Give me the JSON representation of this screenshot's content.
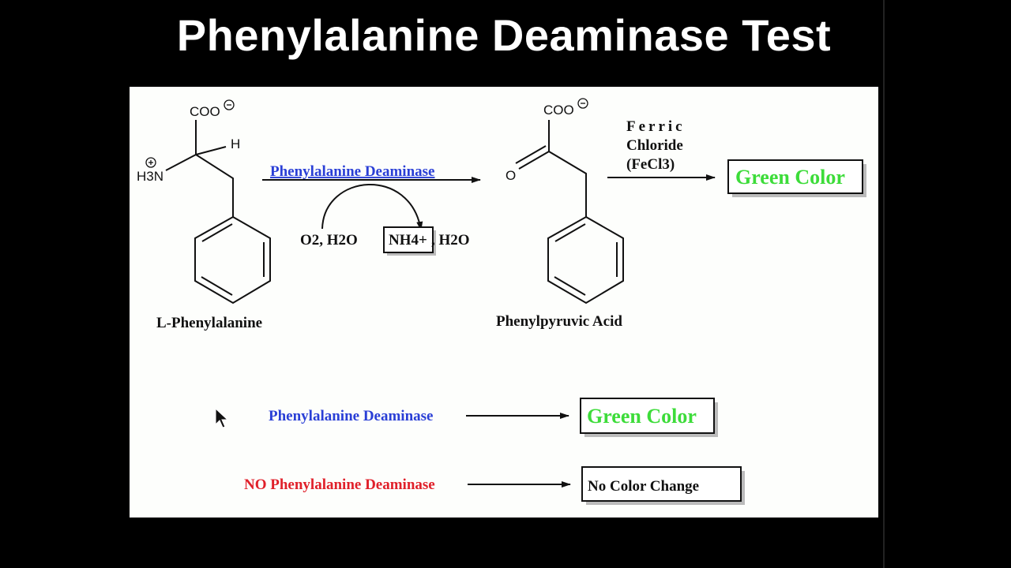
{
  "title": "Phenylalanine Deaminase Test",
  "reaction": {
    "reactant": {
      "name": "L-Phenylalanine",
      "carboxylate": "COO",
      "hydrogen": "H",
      "amine": "H3N"
    },
    "enzyme": "Phenylalanine Deaminase",
    "inputs": "O2, H2O",
    "outputs_boxed": "NH4+",
    "outputs_rest": ", H2O",
    "product": {
      "name": "Phenylpyruvic Acid",
      "carboxylate": "COO",
      "oxygen": "O"
    },
    "reagent": [
      "Ferric",
      "Chloride",
      "(FeCl3)"
    ],
    "result": "Green Color"
  },
  "summary": [
    {
      "condition": "Phenylalanine Deaminase",
      "result": "Green Color",
      "color": "#2a3fd6"
    },
    {
      "condition": "NO Phenylalanine Deaminase",
      "result": "No Color Change",
      "color": "#e0202a"
    }
  ]
}
